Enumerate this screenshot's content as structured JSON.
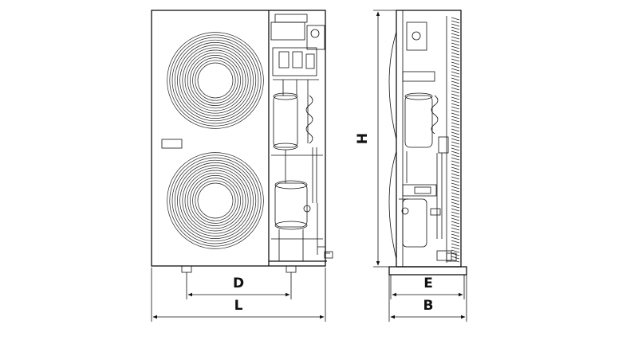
{
  "dimensions": {
    "D": "D",
    "L": "L",
    "H": "H",
    "E": "E",
    "B": "B"
  }
}
